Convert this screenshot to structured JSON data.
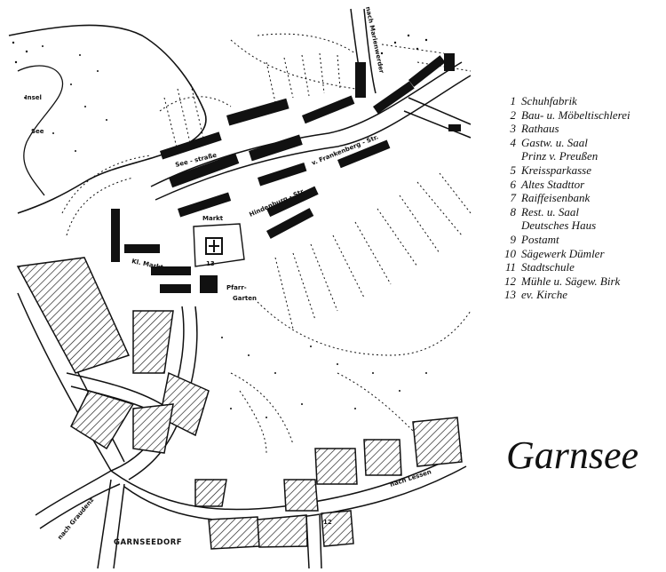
{
  "title": "Garnsee",
  "legend": [
    {
      "num": "1",
      "label": "Schuhfabrik"
    },
    {
      "num": "2",
      "label": "Bau- u. Möbeltischlerei"
    },
    {
      "num": "3",
      "label": "Rathaus"
    },
    {
      "num": "4",
      "label": "Gastw. u. Saal"
    },
    {
      "num": "",
      "label": "Prinz v. Preußen"
    },
    {
      "num": "5",
      "label": "Kreissparkasse"
    },
    {
      "num": "6",
      "label": "Altes Stadttor"
    },
    {
      "num": "7",
      "label": "Raiffeisenbank"
    },
    {
      "num": "8",
      "label": "Rest. u. Saal"
    },
    {
      "num": "",
      "label": "Deutsches Haus"
    },
    {
      "num": "9",
      "label": "Postamt"
    },
    {
      "num": "10",
      "label": "Sägewerk Dümler"
    },
    {
      "num": "11",
      "label": "Stadtschule"
    },
    {
      "num": "12",
      "label": "Mühle u. Sägew. Birk"
    },
    {
      "num": "13",
      "label": "ev. Kirche"
    }
  ],
  "map_labels": {
    "insel": "Insel",
    "see": "See",
    "seestrasse": "See - straße",
    "markt": "Markt",
    "kl_markt": "Kl. Markt",
    "hindenburg": "Hindenburg - Str.",
    "frankenberg": "v. Frankenberg - Str.",
    "nach_marienwerder": "nach Marienwerder",
    "pfarr": "Pfarr-",
    "garten": "Garten",
    "nach_lessen": "nach Lessen",
    "nach_graudenz": "nach Graudenz",
    "garnseedorf": "GARNSEEDORF",
    "kirche_num": "13",
    "muehle_num": "12"
  }
}
